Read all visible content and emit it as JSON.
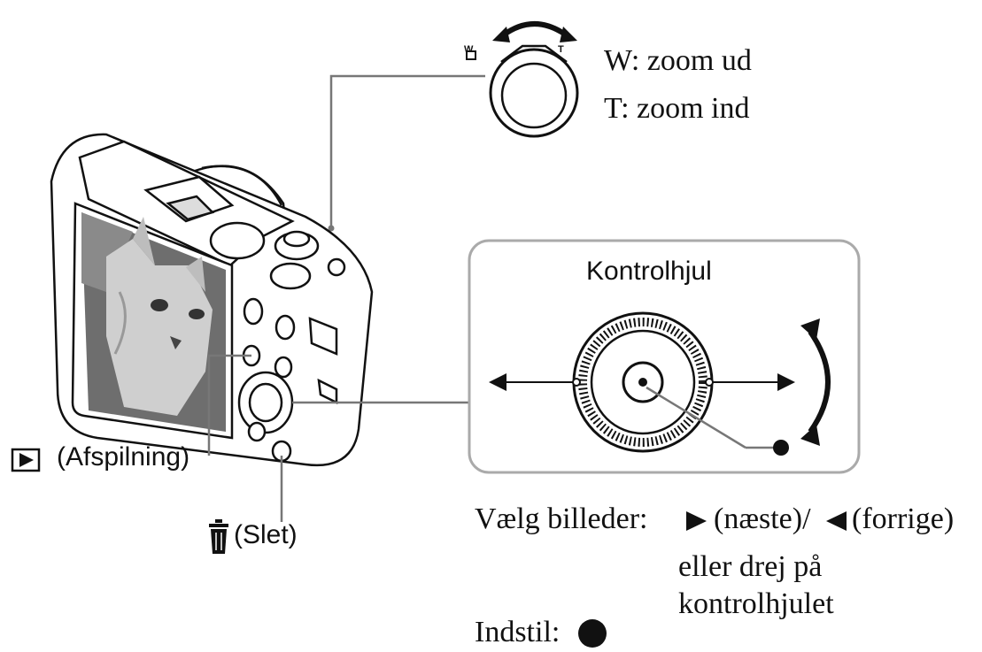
{
  "zoom": {
    "lever_w_mark": "W",
    "lever_t_mark": "T",
    "w_label": "W: zoom ud",
    "t_label": "T: zoom ind"
  },
  "control_wheel": {
    "title": "Kontrolhjul"
  },
  "playback": {
    "label": "(Afspilning)",
    "icon": "play-icon"
  },
  "delete": {
    "label": "(Slet)",
    "icon": "trash-icon"
  },
  "instructions": {
    "select_prefix": "Vælg billeder:",
    "next_label": "(næste)/",
    "prev_label": "(forrige)",
    "rotate_line1": "eller drej på",
    "rotate_line2": "kontrolhjulet",
    "set_label": "Indstil:"
  }
}
